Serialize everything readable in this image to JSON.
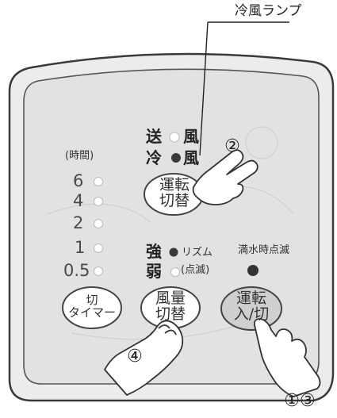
{
  "callout": {
    "label": "冷風ランプ"
  },
  "mode_lamps": [
    {
      "name": "送",
      "suffix": "風",
      "lit": false
    },
    {
      "name": "冷",
      "suffix": "風",
      "lit": true
    }
  ],
  "timer": {
    "header": "(時間)",
    "values": [
      "6",
      "4",
      "2",
      "1",
      "0.5"
    ]
  },
  "fan_lamps": {
    "strong": "強",
    "weak": "弱",
    "rhythm": "リズム",
    "blink": "(点滅)"
  },
  "full_water": {
    "label": "満水時点滅"
  },
  "buttons": {
    "mode_switch": {
      "line1": "運転",
      "line2": "切替"
    },
    "timer_off": {
      "line1": "切",
      "line2": "タイマー"
    },
    "fan_switch": {
      "line1": "風量",
      "line2": "切替"
    },
    "power": {
      "line1": "運転",
      "line2": "入/切"
    }
  },
  "step_numbers": {
    "mode_switch": "②",
    "fan_switch": "④",
    "power": "①③"
  }
}
